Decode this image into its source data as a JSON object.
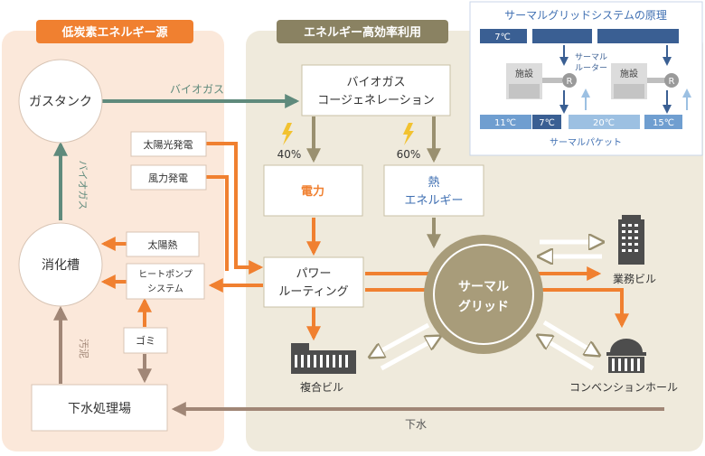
{
  "colors": {
    "orange": "#f08030",
    "left_panel": "#fbe8da",
    "right_panel": "#efeadc",
    "olive": "#9a9070",
    "olive_dark": "#8a8262",
    "grid_circle": "#a89c7a",
    "brown_arrow": "#a08676",
    "teal_arrow": "#5f8a7c",
    "blue_dark": "#3a5f93",
    "blue_mid": "#6f9ed0",
    "blue_light": "#9cc0e2",
    "inset_title": "#3f6fb2"
  },
  "sections": {
    "low_carbon": "低炭素エネルギー源",
    "efficient_use": "エネルギー高効率利用"
  },
  "nodes": {
    "gas_tank": "ガスタンク",
    "digester": "消化槽",
    "sewage_plant": "下水処理場",
    "solar_power": "太陽光発電",
    "wind_power": "風力発電",
    "solar_heat": "太陽熱",
    "heat_pump_line1": "ヒートポンプ",
    "heat_pump_line2": "システム",
    "garbage": "ゴミ",
    "cogen_line1": "バイオガス",
    "cogen_line2": "コージェネレーション",
    "electricity": "電力",
    "heat_line1": "熱",
    "heat_line2": "エネルギー",
    "power_routing_line1": "パワー",
    "power_routing_line2": "ルーティング",
    "thermal_grid_line1": "サーマル",
    "thermal_grid_line2": "グリッド",
    "office": "業務ビル",
    "complex": "複合ビル",
    "convention": "コンベンションホール"
  },
  "labels": {
    "biogas_horizontal": "バイオガス",
    "biogas_vertical": "バイオガス",
    "sludge": "汚泥",
    "sewage": "下水",
    "pct_electric": "40%",
    "pct_heat": "60%"
  },
  "inset": {
    "title": "サーマルグリッドシステムの原理",
    "top_temp": "7℃",
    "facility": "施設",
    "router_line1": "サーマル",
    "router_line2": "ルーター",
    "router_mark": "R",
    "bottom_temps": [
      "11℃",
      "7℃",
      "20℃",
      "15℃"
    ],
    "packet": "サーマルパケット"
  }
}
